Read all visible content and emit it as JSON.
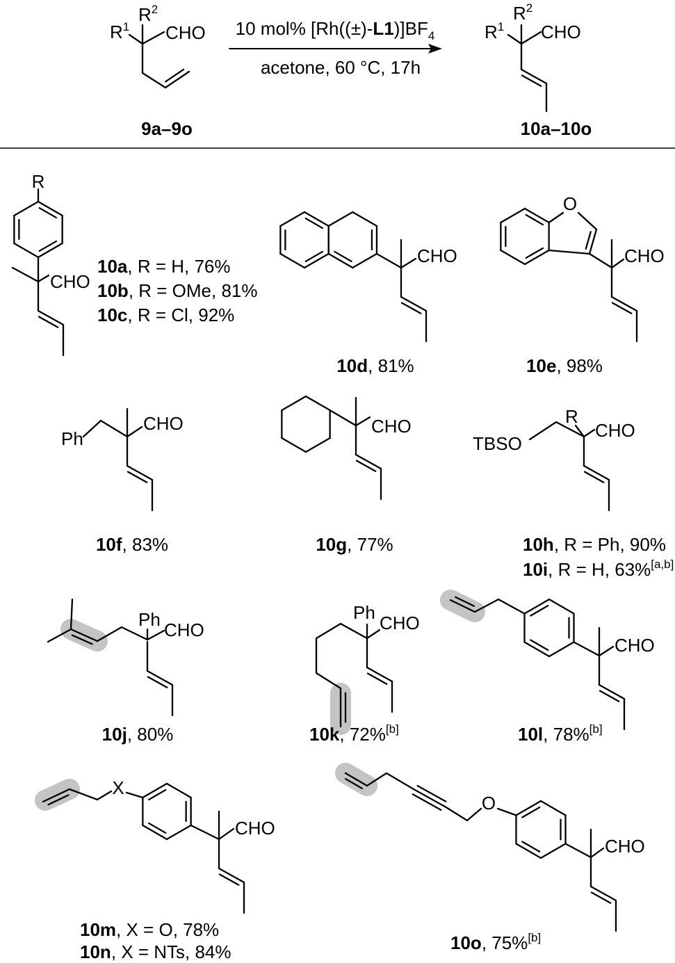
{
  "scheme": {
    "reactant": {
      "r1": {
        "base": "R",
        "sup": "1"
      },
      "r2": {
        "base": "R",
        "sup": "2"
      },
      "group": "CHO",
      "label": "9a–9o"
    },
    "conditions": {
      "catalyst_prefix": "10 mol% [Rh((±)-",
      "ligand": "L1",
      "catalyst_suffix": ")]BF",
      "subscript": "4",
      "solvent_line": "acetone, 60 °C, 17h"
    },
    "product": {
      "r1": {
        "base": "R",
        "sup": "1"
      },
      "r2": {
        "base": "R",
        "sup": "2"
      },
      "group": "CHO",
      "label": "10a–10o"
    }
  },
  "compounds": {
    "c10abc": {
      "substituent": "R",
      "group": "CHO",
      "captions": [
        {
          "id": "10a",
          "text": ", R = H, 76%"
        },
        {
          "id": "10b",
          "text": ", R = OMe, 81%"
        },
        {
          "id": "10c",
          "text": ", R = Cl, 92%"
        }
      ]
    },
    "c10d": {
      "group": "CHO",
      "captions": [
        {
          "id": "10d",
          "text": ", 81%"
        }
      ]
    },
    "c10e": {
      "heteroatom": "O",
      "group": "CHO",
      "captions": [
        {
          "id": "10e",
          "text": ", 98%"
        }
      ]
    },
    "c10f": {
      "substituent": "Ph",
      "group": "CHO",
      "captions": [
        {
          "id": "10f",
          "text": ", 83%"
        }
      ]
    },
    "c10g": {
      "group": "CHO",
      "captions": [
        {
          "id": "10g",
          "text": ", 77%"
        }
      ]
    },
    "c10hi": {
      "substituent": "TBSO",
      "r": "R",
      "group": "CHO",
      "captions": [
        {
          "id": "10h",
          "text": ", R = Ph, 90%"
        },
        {
          "id": "10i",
          "text": ", R = H, 63%",
          "note": "[a,b]"
        }
      ]
    },
    "c10j": {
      "substituent": "Ph",
      "group": "CHO",
      "captions": [
        {
          "id": "10j",
          "text": ", 80%"
        }
      ]
    },
    "c10k": {
      "substituent": "Ph",
      "group": "CHO",
      "captions": [
        {
          "id": "10k",
          "text": ", 72%",
          "note": "[b]"
        }
      ]
    },
    "c10l": {
      "group": "CHO",
      "captions": [
        {
          "id": "10l",
          "text": ", 78%",
          "note": "[b]"
        }
      ]
    },
    "c10mn": {
      "x": "X",
      "group": "CHO",
      "captions": [
        {
          "id": "10m",
          "text": ", X = O, 78%"
        },
        {
          "id": "10n",
          "text": ", X = NTs, 84%"
        }
      ]
    },
    "c10o": {
      "heteroatom": "O",
      "group": "CHO",
      "captions": [
        {
          "id": "10o",
          "text": ", 75%",
          "note": "[b]"
        }
      ]
    }
  },
  "colors": {
    "bond": "#000000",
    "highlight": "#c4c4c4"
  }
}
